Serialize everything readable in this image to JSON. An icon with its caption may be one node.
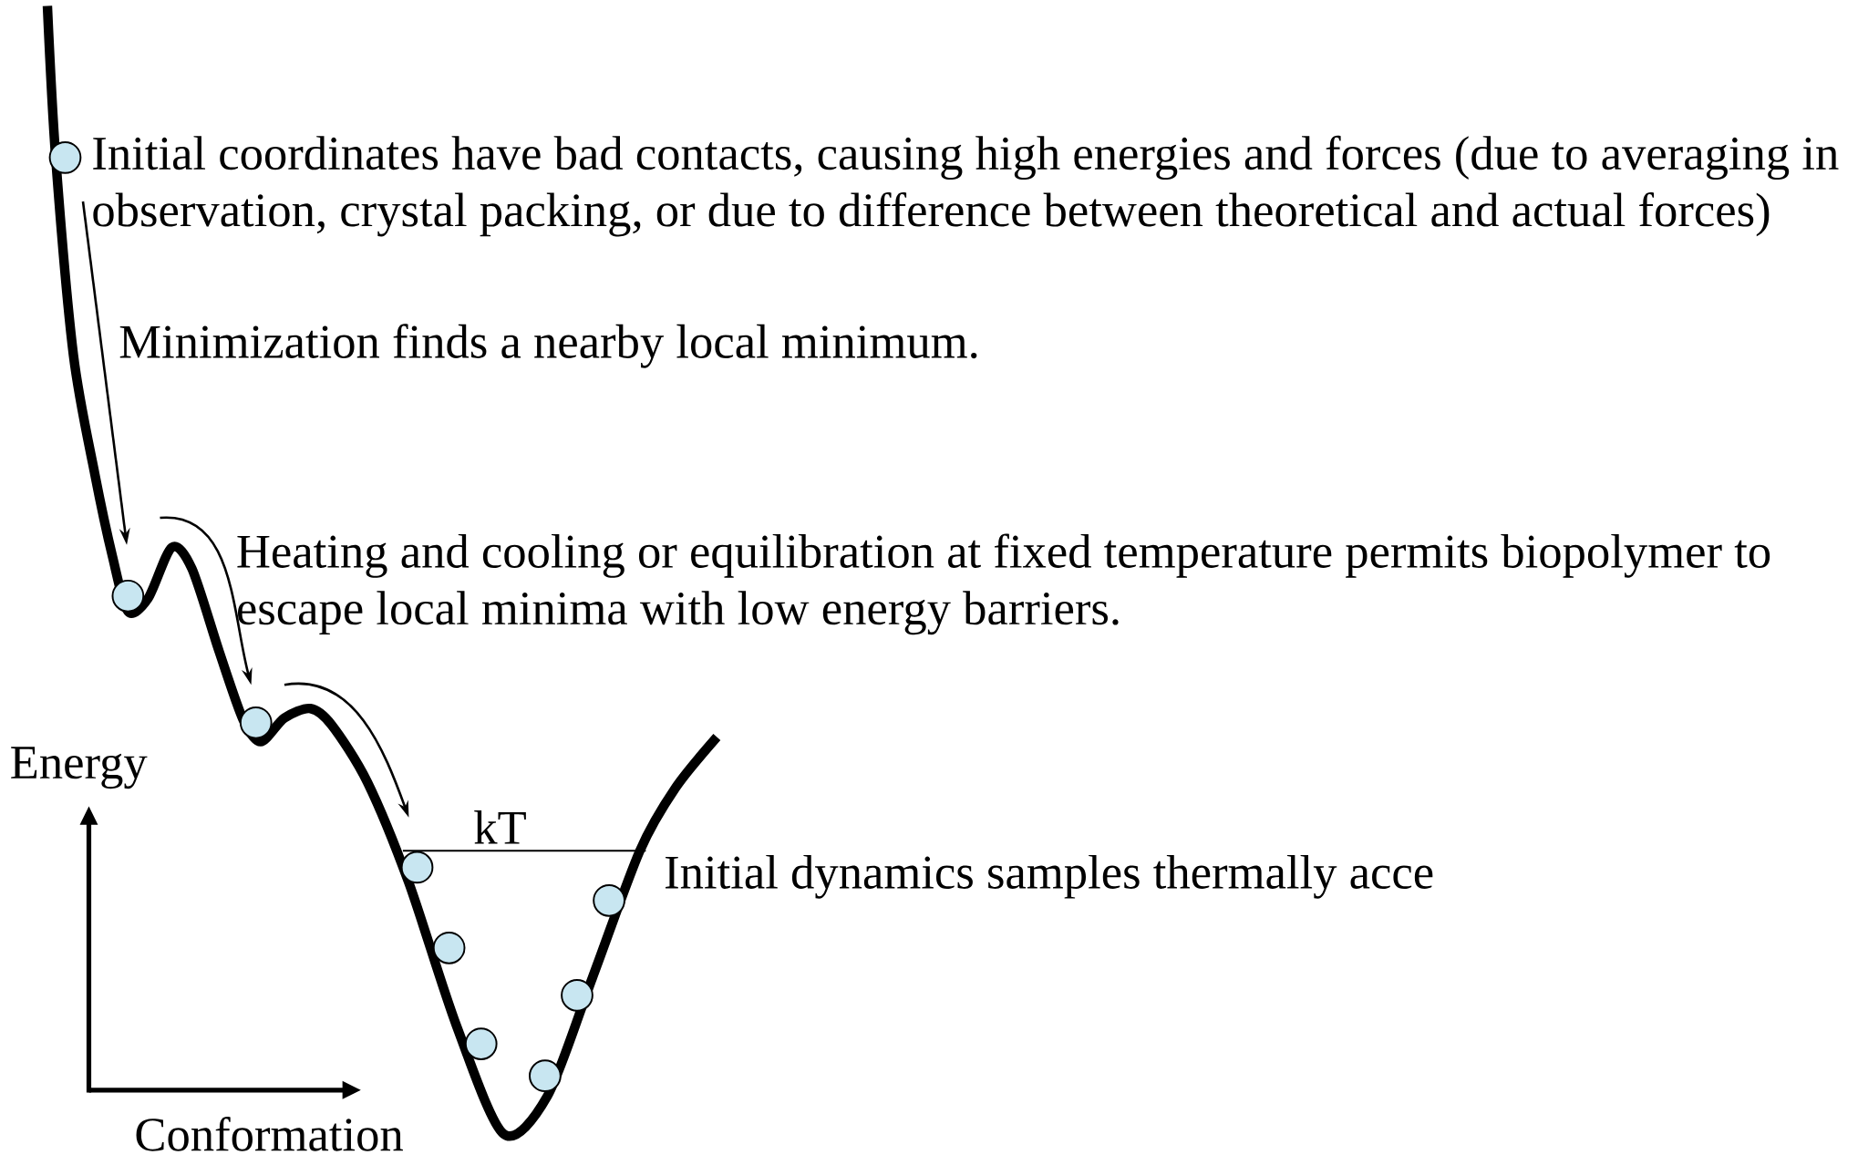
{
  "diagram": {
    "nodes": [
      {
        "text": [],
        "shape": "circle"
      },
      {
        "text": [],
        "shape": "circle"
      },
      {
        "text": [],
        "shape": "circle"
      },
      {
        "text": [],
        "shape": "circle"
      },
      {
        "text": [],
        "shape": "circle"
      },
      {
        "text": [],
        "shape": "circle"
      },
      {
        "text": [],
        "shape": "circle"
      },
      {
        "text": [],
        "shape": "circle"
      },
      {
        "text": [],
        "shape": "circle"
      }
    ],
    "edges": [
      {
        "from": 0,
        "to": 1,
        "arrow": "to"
      },
      {
        "from": 1,
        "to": 2,
        "arrow": "to"
      },
      {
        "from": 2,
        "to": 3,
        "arrow": "to"
      }
    ],
    "labels": [
      "Initial coordinates have bad contacts, causing high energies and forces (due to averaging in observation, crystal packing, or due to difference between theoretical and actual forces)",
      "Minimization finds a nearby local minimum.",
      "Heating and cooling or equilibration at fixed temperature  permits biopolymer to escape local minima with low energy barriers.",
      "Energy",
      "kT",
      "Initial dynamics samples thermally acce",
      "Conformation"
    ]
  }
}
